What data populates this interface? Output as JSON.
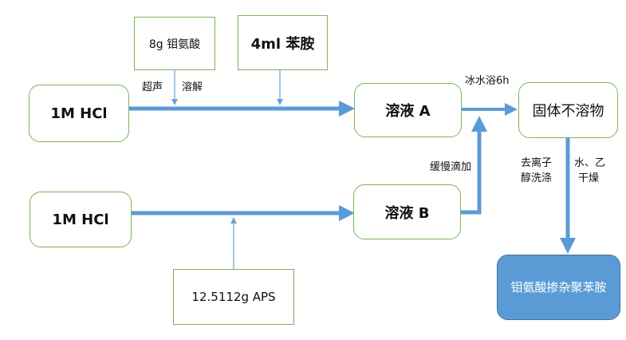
{
  "nodes": {
    "hcl_top": "1M HCl",
    "hcl_bottom": "1M HCl",
    "mo_acid": "8g 钼氨酸",
    "aniline": "4ml 苯胺",
    "solution_a": "溶液 A",
    "solution_b": "溶液 B",
    "solid": "固体不溶物",
    "aps": "12.5112g APS",
    "product": "钼氨酸掺杂聚苯胺"
  },
  "labels": {
    "ultrasonic": "超声",
    "dissolve": "溶解",
    "ice_bath": "冰水浴6h",
    "slow_drip": "缓慢滴加",
    "wash_line1": "去离子",
    "wash_line2": "醇洗涤",
    "wash_line3": "水、乙",
    "wash_line4": "干燥"
  },
  "colors": {
    "arrow": "#5b9bd5",
    "thin_arrow": "#6fa0cc",
    "box_border": "#7ab55c",
    "result_fill": "#5b9bd5"
  }
}
